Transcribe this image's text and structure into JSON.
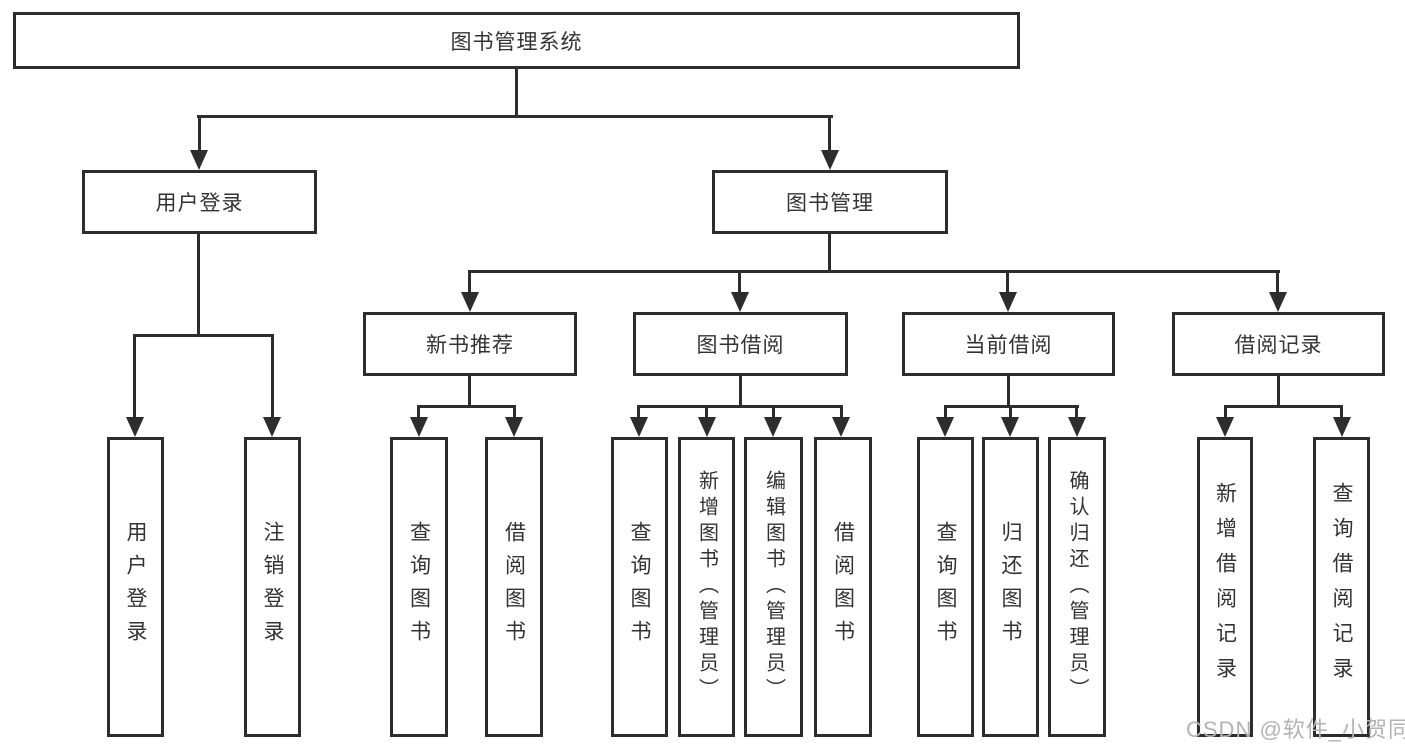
{
  "diagram_type": "hierarchy-tree",
  "colors": {
    "line": "#2d2d2d",
    "box_border": "#2d2d2d",
    "text": "#333333",
    "background": "#ffffff",
    "watermark": "#b3b3b3"
  },
  "watermark": "CSDN @软件_小贺同学",
  "tree": {
    "label": "图书管理系统",
    "children": [
      {
        "label": "用户登录",
        "children": [
          {
            "label": "用户登录"
          },
          {
            "label": "注销登录"
          }
        ]
      },
      {
        "label": "图书管理",
        "children": [
          {
            "label": "新书推荐",
            "children": [
              {
                "label": "查询图书"
              },
              {
                "label": "借阅图书"
              }
            ]
          },
          {
            "label": "图书借阅",
            "children": [
              {
                "label": "查询图书"
              },
              {
                "label": "新增图书（管理员）"
              },
              {
                "label": "编辑图书（管理员）"
              },
              {
                "label": "借阅图书"
              }
            ]
          },
          {
            "label": "当前借阅",
            "children": [
              {
                "label": "查询图书"
              },
              {
                "label": "归还图书"
              },
              {
                "label": "确认归还（管理员）"
              }
            ]
          },
          {
            "label": "借阅记录",
            "children": [
              {
                "label": "新增借阅记录"
              },
              {
                "label": "查询借阅记录"
              }
            ]
          }
        ]
      }
    ]
  }
}
